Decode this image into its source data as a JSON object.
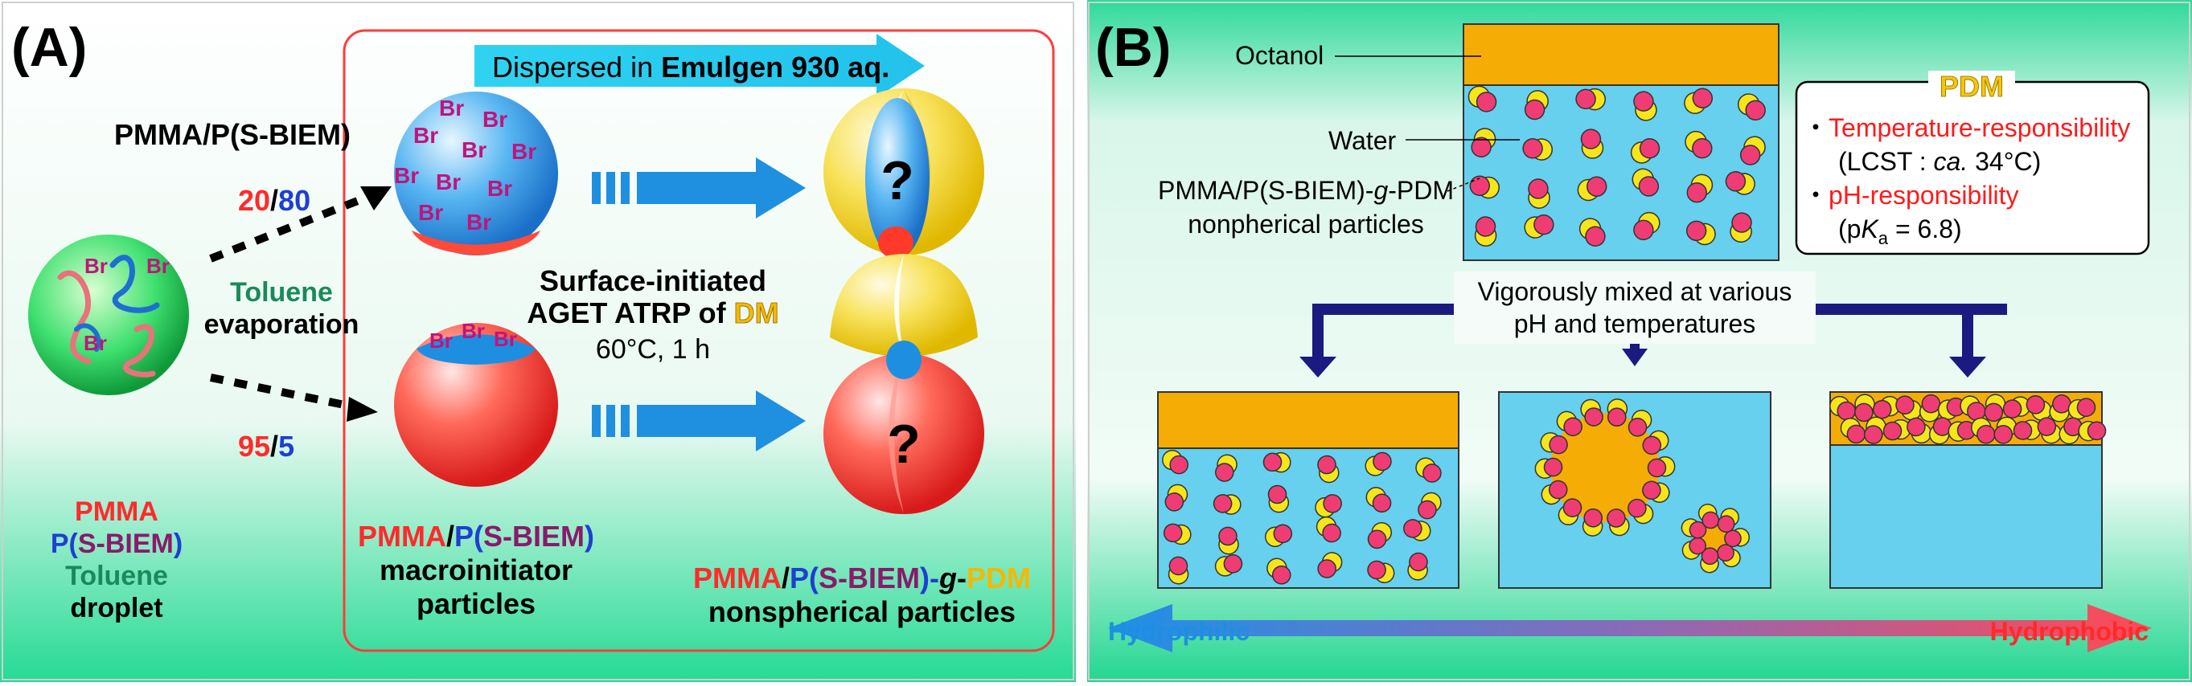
{
  "panel_a": {
    "label": "(A)",
    "dispersed_prefix": "Dispersed in ",
    "dispersed_bold": "Emulgen 930 aq.",
    "copolymer": "PMMA/P(S-BIEM)",
    "ratio_top": {
      "a": "20",
      "slash": "/",
      "b": "80"
    },
    "ratio_bottom": {
      "a": "95",
      "slash": "/",
      "b": "5"
    },
    "toluene": "Toluene",
    "evaporation": "evaporation",
    "bromine": "Br",
    "question": "?",
    "reaction_line1": "Surface-initiated",
    "reaction_line2_prefix": "AGET ATRP of ",
    "reaction_dm": "DM",
    "conditions": "60°C, 1 h",
    "droplet_legend": {
      "pmma": "PMMA",
      "p_open": "P(",
      "sbiem": "S-BIEM",
      "p_close": ")",
      "toluene": "Toluene",
      "droplet": "droplet"
    },
    "macro_label": {
      "pmma": "PMMA",
      "slash": "/",
      "p_open": "P(",
      "sbiem": "S-BIEM",
      "p_close": ")",
      "line2": "macroinitiator",
      "line3": "particles"
    },
    "product_label": {
      "pmma": "PMMA",
      "slash": "/",
      "p_open": "P(",
      "sbiem": "S-BIEM",
      "p_close": ")-",
      "g": "g",
      "dash": "-",
      "pdm": "PDM",
      "line2": "nonspherical particles"
    }
  },
  "panel_b": {
    "label": "(B)",
    "octanol": "Octanol",
    "water": "Water",
    "particles_line1_prefix": "PMMA/P(S-BIEM)-",
    "particles_g": "g",
    "particles_line1_suffix": "-PDM",
    "particles_line2": "nonpherical particles",
    "pdm_title": "PDM",
    "bullet": "・",
    "temp_resp": "Temperature-responsibility",
    "lcst_prefix": "(LCST : ",
    "lcst_ca": "ca.",
    "lcst_suffix": " 34°C)",
    "ph_resp": "pH-responsibility",
    "pka_prefix": "(p",
    "pka_k": "K",
    "pka_sub": "a",
    "pka_suffix": " = 6.8)",
    "mixed_line1": "Vigorously mixed at various",
    "mixed_line2": "pH and temperatures",
    "hydrophilic": "Hydrophilic",
    "hydrophobic": "Hydrophobic"
  },
  "colors": {
    "background_top": "#ffffff",
    "background_bottom": "#28dc96",
    "water": "#66d0ee",
    "octanol": "#f5ad05",
    "pmma_red": "#ff2a2a",
    "pbiem_blue": "#1e6fd1",
    "pdm_yellow": "#f5c800",
    "particle_pink": "#f03c74",
    "particle_yellow": "#f6e51a",
    "arrow_blue": "#1f8fe0",
    "arrow_navy": "#1a1a80",
    "frame_red": "#ff3b3b",
    "toluene_green": "#1a8a5a",
    "bromine_magenta": "#c0147c"
  }
}
